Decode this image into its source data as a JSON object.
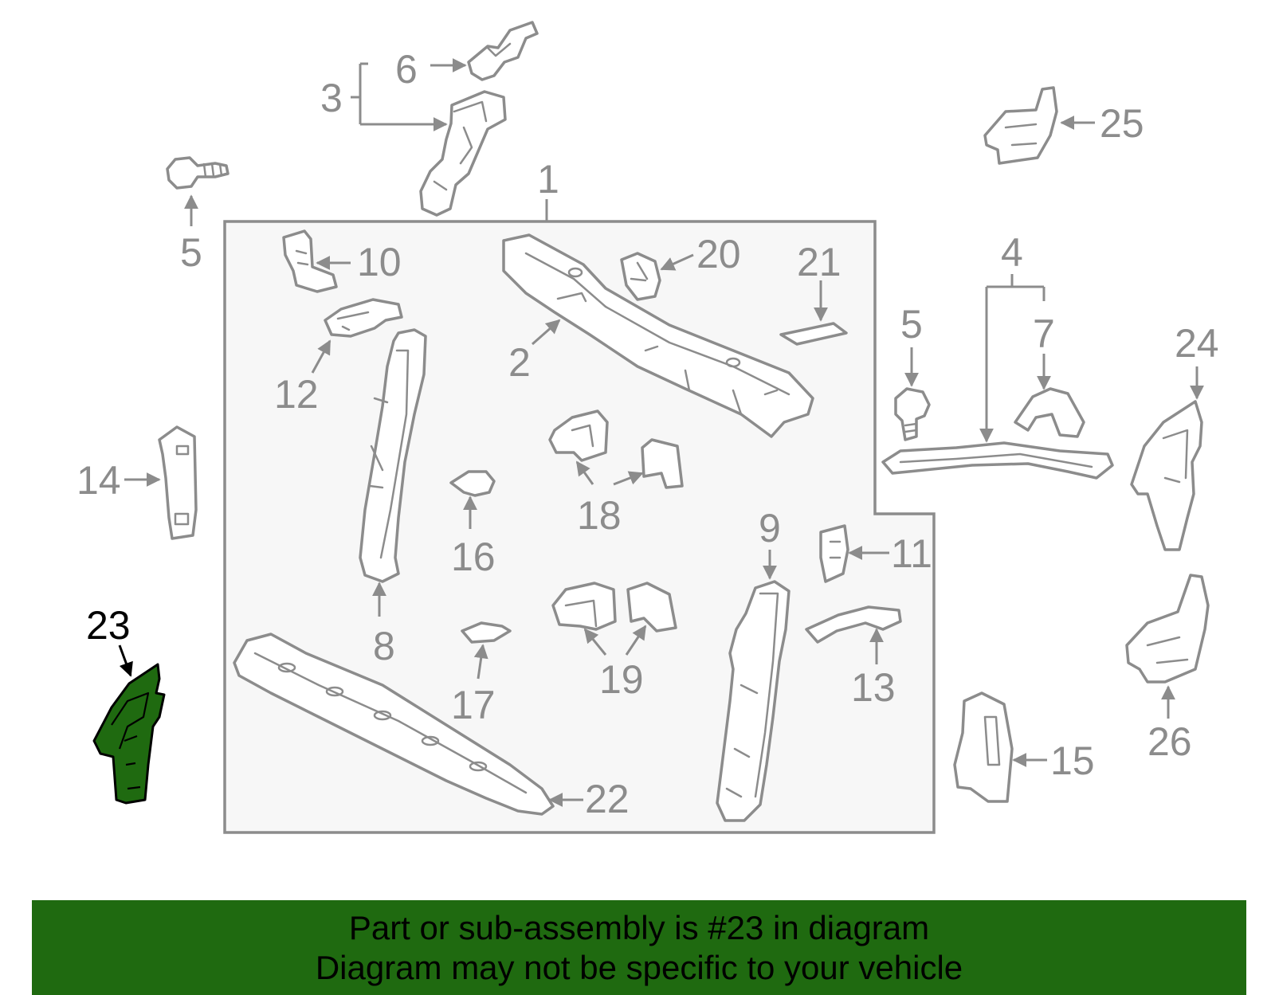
{
  "colors": {
    "line_gray": "#8c8c8c",
    "box_fill": "#f7f7f7",
    "highlight_fill": "#1f6a10",
    "banner_fill": "#1f6a10",
    "text_black": "#000000"
  },
  "callouts": {
    "c1": "1",
    "c2": "2",
    "c3": "3",
    "c4": "4",
    "c5a": "5",
    "c5b": "5",
    "c6": "6",
    "c7": "7",
    "c8": "8",
    "c9": "9",
    "c10": "10",
    "c11": "11",
    "c12": "12",
    "c13": "13",
    "c14": "14",
    "c15": "15",
    "c16": "16",
    "c17": "17",
    "c18": "18",
    "c19": "19",
    "c20": "20",
    "c21": "21",
    "c22": "22",
    "c23": "23",
    "c24": "24",
    "c25": "25",
    "c26": "26"
  },
  "highlighted_part": "23",
  "banner": {
    "line1": "Part or sub-assembly is #23 in diagram",
    "line2": "Diagram may not be specific to your vehicle"
  }
}
